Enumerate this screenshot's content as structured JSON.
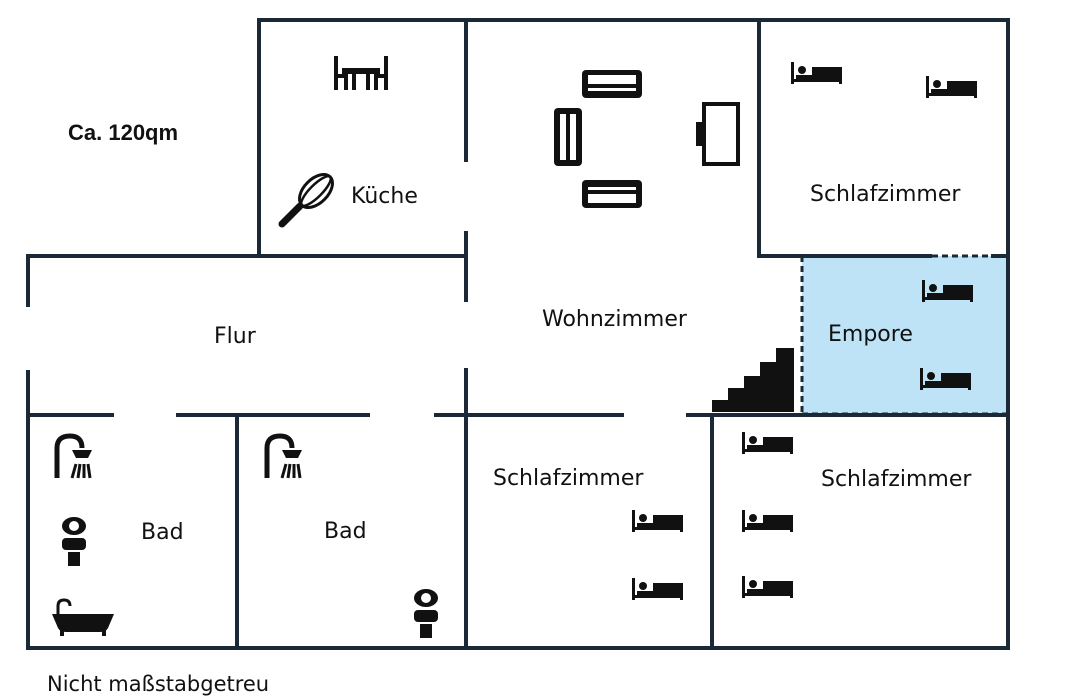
{
  "area_label": "Ca. 120qm",
  "scale_note": "Nicht maßstabgetreu",
  "colors": {
    "wall": "#1b2836",
    "empore_fill": "#bfe3f6"
  },
  "rooms": {
    "kueche": "Küche",
    "wohnzimmer": "Wohnzimmer",
    "schlafzimmer_ne": "Schlafzimmer",
    "empore": "Empore",
    "flur": "Flur",
    "bad_1": "Bad",
    "bad_2": "Bad",
    "schlafzimmer_s": "Schlafzimmer",
    "schlafzimmer_se": "Schlafzimmer"
  },
  "icons": [
    "dining-table-icon",
    "whisk-icon",
    "sofa-icon",
    "armchair-icon",
    "tv-icon",
    "bed-icon",
    "shower-icon",
    "toilet-icon",
    "bathtub-icon",
    "stairs-icon",
    "arrow-icon"
  ]
}
